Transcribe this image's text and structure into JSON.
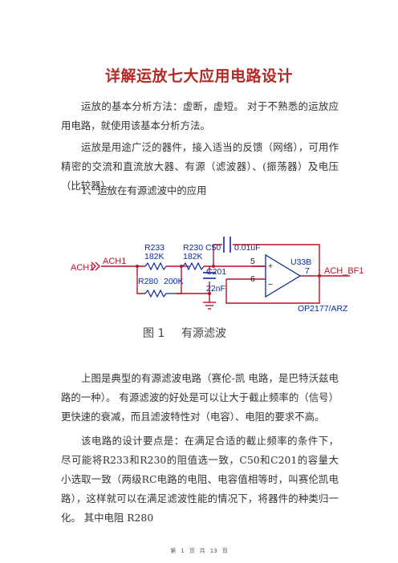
{
  "doc": {
    "title": "详解运放七大应用电路设计",
    "p1": "运放的基本分析方法：虚断，虚短。  对于不熟悉的运放应用电路，就使用该基本分析方法。",
    "p2": "运放是用途广泛的器件，接入适当的反馈（网络），可用作精密的交流和直流放大器、有源（滤波器）、(振荡器）及电压（比较器）。",
    "section1": "1、运放在有源滤波中的应用",
    "p3": "上图是典型的有源滤波电路（赛伦-凯  电路，是巴特沃兹电路的一种）。 有源滤波的好处是可以让大于截止频率的（信号）更快速的衰减，而且滤波特性对（电容）、电阻的要求不高。",
    "p4": "该电路的设计要点是：在满足合适的截止频率的条件下，尽可能将R233和R230的阻值选一致，C50和C201的容量大小选取一致（两级RC电路的电阻、电容值相等时，叫赛伦凯电路），这样就可以在满足滤波性能的情况下，将器件的种类归一化。  其中电阻  R280"
  },
  "figure": {
    "caption_num": "图 1",
    "caption_text": "有源滤波",
    "labels": {
      "r233": "R233",
      "r233_val": "182K",
      "r230": "R230",
      "r230_val": "182K",
      "c50": "C50",
      "c50_val": "0.01uF",
      "r280": "R280",
      "r280_val": "200K",
      "c201": "C201",
      "c201_val": "22nF",
      "ach1_port": "ACH1",
      "ach1_net": "ACH1",
      "u33b": "U33B",
      "pin5": "5",
      "pin6": "6",
      "pin7": "7",
      "plus": "+",
      "minus": "−",
      "out_net": "ACH_BF1",
      "part": "OP2177/ARZ"
    },
    "colors": {
      "wire": "#b8132a",
      "part": "#0a2b9c",
      "label": "#0a2b9c"
    }
  },
  "footer": {
    "a": "第",
    "page": "1",
    "b": "页",
    "c": "共",
    "total": "13",
    "d": "页"
  }
}
